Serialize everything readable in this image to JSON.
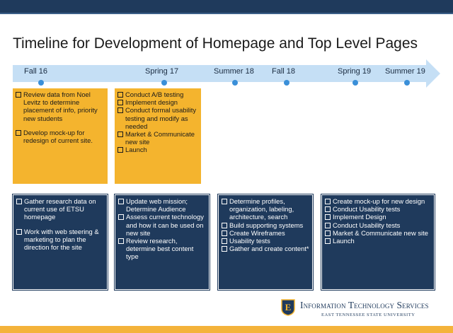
{
  "slide": {
    "title": "Timeline for Development of Homepage and Top Level Pages"
  },
  "timeline": {
    "phases": [
      "Fall 16",
      "Spring 17",
      "Summer 18",
      "Fall 18",
      "Spring 19",
      "Summer 19"
    ]
  },
  "gold_boxes": [
    {
      "items": [
        "Review data from Noel Levitz to determine placement of info, priority new students",
        "Develop mock-up for redesign of current site."
      ]
    },
    {
      "items": [
        "Conduct A/B testing",
        "Implement design",
        "Conduct formal usability testing and modify as needed",
        "Market & Communicate new site",
        "Launch"
      ]
    }
  ],
  "navy_boxes": [
    {
      "items": [
        "Gather research data on current use of ETSU homepage",
        "Work with web steering & marketing to plan the direction for the site"
      ]
    },
    {
      "items": [
        "Update web mission; Determine Audience",
        "Assess current technology and how it can be used on new site",
        "Review research, determine best content type"
      ]
    },
    {
      "items": [
        "Determine profiles, organization, labeling, architecture,  search",
        "Build supporting systems",
        "Create Wireframes",
        "Usability tests",
        "Gather and create content*"
      ]
    },
    {
      "items": [
        "Create mock-up for new design",
        "Conduct Usability tests",
        "Implement Design",
        "Conduct Usability tests",
        "Market & Communicate new site",
        "Launch"
      ]
    }
  ],
  "footer": {
    "logo_letter": "E",
    "line1": "Information Technology Services",
    "line2": "East Tennessee State University"
  },
  "colors": {
    "navy": "#1f3a5c",
    "gold": "#f4b42e",
    "arrow": "#c5dff5",
    "dot": "#3a8fd8"
  }
}
